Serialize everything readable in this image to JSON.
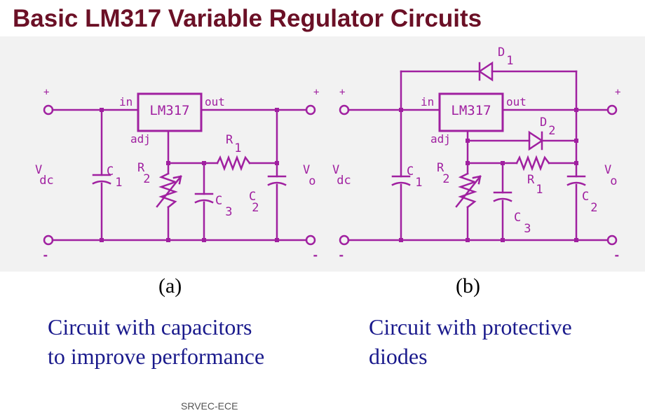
{
  "title": "Basic LM317 Variable Regulator Circuits",
  "circuit_a": {
    "ic": "LM317",
    "in": "in",
    "out": "out",
    "adj": "adj",
    "plus": "+",
    "minus": "-",
    "vdc": "V",
    "vdc_sub": "dc",
    "vo": "V",
    "vo_sub": "o",
    "c1": "C",
    "c1_sub": "1",
    "c2": "C",
    "c2_sub": "2",
    "c3": "C",
    "c3_sub": "3",
    "r1": "R",
    "r1_sub": "1",
    "r2": "R",
    "r2_sub": "2",
    "caption": "(a)",
    "description_line1": "Circuit with capacitors",
    "description_line2": "to improve performance"
  },
  "circuit_b": {
    "ic": "LM317",
    "in": "in",
    "out": "out",
    "adj": "adj",
    "plus": "+",
    "minus": "-",
    "vdc": "V",
    "vdc_sub": "dc",
    "vo": "V",
    "vo_sub": "o",
    "c1": "C",
    "c1_sub": "1",
    "c2": "C",
    "c2_sub": "2",
    "c3": "C",
    "c3_sub": "3",
    "r1": "R",
    "r1_sub": "1",
    "r2": "R",
    "r2_sub": "2",
    "d1": "D",
    "d1_sub": "1",
    "d2": "D",
    "d2_sub": "2",
    "caption": "(b)",
    "description_line1": "Circuit with protective",
    "description_line2": "diodes"
  },
  "footer": "SRVEC-ECE",
  "colors": {
    "title": "#6b1026",
    "circuit": "#a020a0",
    "description": "#1a1a8c",
    "panel": "#f2f2f2"
  }
}
